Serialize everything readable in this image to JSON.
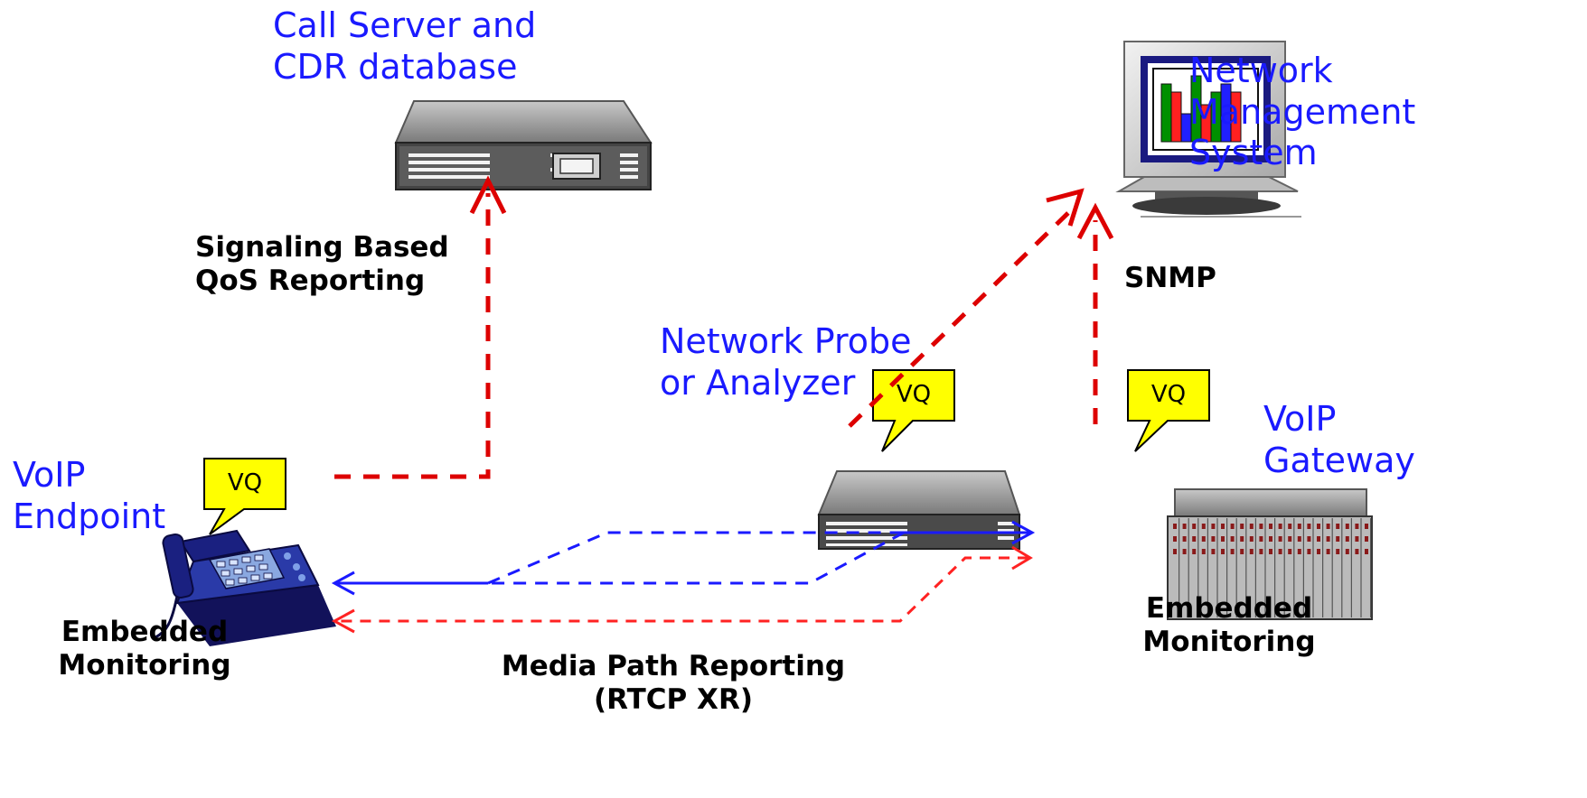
{
  "nodes": {
    "call_server": {
      "line1": "Call Server and",
      "line2": "CDR database"
    },
    "nms": {
      "line1": "Network",
      "line2": "Management",
      "line3": "System"
    },
    "probe": {
      "line1": "Network Probe",
      "line2": "or Analyzer"
    },
    "gateway": {
      "line1": "VoIP",
      "line2": "Gateway"
    },
    "endpoint": {
      "line1": "VoIP",
      "line2": "Endpoint"
    }
  },
  "labels": {
    "signaling": {
      "line1": "Signaling Based",
      "line2": "QoS Reporting"
    },
    "snmp": "SNMP",
    "media": {
      "line1": "Media Path Reporting",
      "line2": "(RTCP XR)"
    },
    "embedded_left": {
      "line1": "Embedded",
      "line2": "Monitoring"
    },
    "embedded_right": {
      "line1": "Embedded",
      "line2": "Monitoring"
    }
  },
  "callouts": {
    "probe": "VQ",
    "gateway": "VQ",
    "endpoint": "VQ"
  },
  "colors": {
    "node_label": "#1a1aff",
    "reporting_arrow": "#dd0000",
    "media_blue": "#1a1aff",
    "media_red": "#ff2222",
    "callout_fill": "#ffff00"
  }
}
